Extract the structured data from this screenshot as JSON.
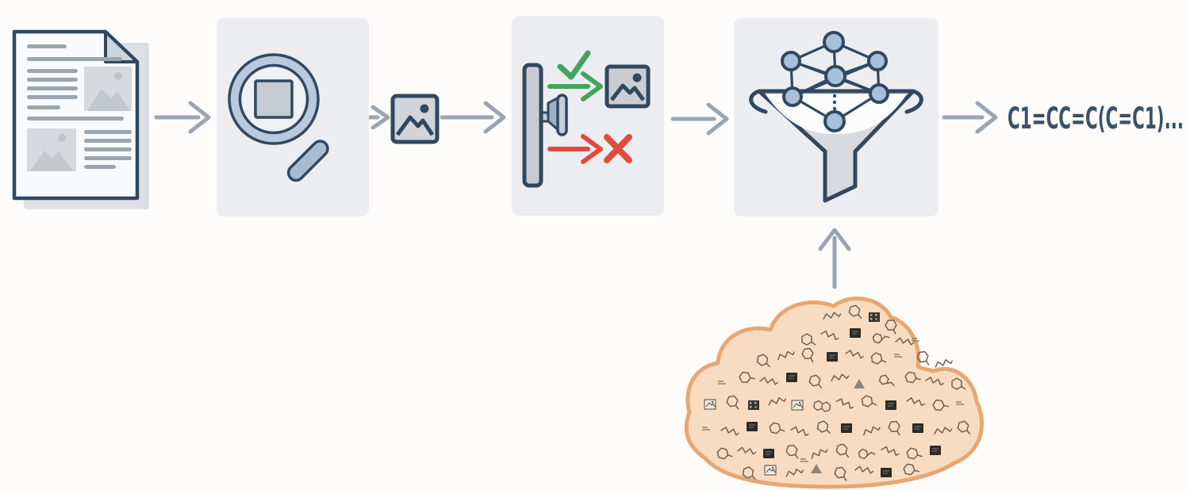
{
  "output": {
    "smiles": "C1=CC=C(C=C1)..."
  },
  "colors": {
    "background": "#fdfcfb",
    "panel": "#ebedf1",
    "outline_navy": "#31485f",
    "steel_blue": "#b9c9db",
    "steel_dark": "#9db0c3",
    "gray_fill": "#c7ccd4",
    "flow_arrow": "#9aa5b2",
    "accept_green": "#44a45c",
    "reject_red": "#e04b3e",
    "funnel_fill": "#d7dadf",
    "node_fill": "#a9c0da",
    "cloud_fill": "#f8dcc1",
    "cloud_stroke": "#e6a772",
    "molecule_ink": "#6f604e",
    "smiles_text": "#3b5166"
  },
  "icons": [
    "document-icon",
    "magnifier-detection-icon",
    "extracted-image-icon",
    "filter-gate-icon",
    "check-icon",
    "accept-arrow-icon",
    "accepted-image-icon",
    "reject-arrow-icon",
    "x-icon",
    "neural-network-icon",
    "funnel-icon",
    "up-arrow-icon",
    "molecule-cloud-icon"
  ],
  "cloud": {
    "items": [
      [
        192,
        28,
        "chain",
        -10
      ],
      [
        222,
        22,
        "ring",
        15
      ],
      [
        247,
        30,
        "qr",
        0
      ],
      [
        268,
        40,
        "ring",
        30
      ],
      [
        162,
        58,
        "ring",
        0
      ],
      [
        190,
        52,
        "chain",
        20
      ],
      [
        223,
        50,
        "thumb",
        0
      ],
      [
        254,
        56,
        "ringchain",
        -15
      ],
      [
        284,
        60,
        "chain",
        10
      ],
      [
        300,
        58,
        "txt",
        0
      ],
      [
        106,
        84,
        "ring",
        10
      ],
      [
        134,
        78,
        "chain",
        -20
      ],
      [
        163,
        76,
        "ring",
        25
      ],
      [
        194,
        80,
        "thumb",
        0
      ],
      [
        221,
        76,
        "chain",
        15
      ],
      [
        250,
        82,
        "ring",
        -10
      ],
      [
        278,
        78,
        "txt",
        0
      ],
      [
        308,
        80,
        "ring",
        20
      ],
      [
        333,
        88,
        "chain",
        -15
      ],
      [
        56,
        112,
        "txt",
        0
      ],
      [
        84,
        106,
        "ring",
        -25
      ],
      [
        113,
        110,
        "chain",
        10
      ],
      [
        143,
        106,
        "thumb",
        0
      ],
      [
        172,
        110,
        "ring",
        15
      ],
      [
        202,
        106,
        "chain",
        -10
      ],
      [
        228,
        115,
        "tri",
        0
      ],
      [
        262,
        110,
        "ringchain",
        20
      ],
      [
        293,
        106,
        "ring",
        -20
      ],
      [
        322,
        110,
        "chain",
        15
      ],
      [
        351,
        114,
        "ring",
        0
      ],
      [
        40,
        140,
        "photo",
        0
      ],
      [
        68,
        136,
        "ring",
        20
      ],
      [
        95,
        141,
        "qr",
        0
      ],
      [
        123,
        136,
        "chain",
        -15
      ],
      [
        150,
        141,
        "photo",
        0
      ],
      [
        179,
        143,
        "fused",
        10
      ],
      [
        209,
        138,
        "chain",
        25
      ],
      [
        238,
        136,
        "ring",
        -10
      ],
      [
        268,
        141,
        "thumb",
        0
      ],
      [
        298,
        136,
        "chain",
        15
      ],
      [
        328,
        141,
        "ring",
        -25
      ],
      [
        356,
        138,
        "txt",
        0
      ],
      [
        36,
        170,
        "txt",
        0
      ],
      [
        64,
        173,
        "chain",
        15
      ],
      [
        93,
        168,
        "thumb",
        0
      ],
      [
        122,
        170,
        "ring",
        -15
      ],
      [
        152,
        173,
        "chain",
        20
      ],
      [
        182,
        168,
        "ring",
        10
      ],
      [
        212,
        170,
        "thumb",
        0
      ],
      [
        242,
        173,
        "chain",
        -20
      ],
      [
        272,
        168,
        "ring",
        25
      ],
      [
        302,
        170,
        "thumb",
        0
      ],
      [
        332,
        173,
        "chain",
        -10
      ],
      [
        359,
        168,
        "ring",
        15
      ],
      [
        56,
        202,
        "ring",
        -15
      ],
      [
        85,
        198,
        "chain",
        10
      ],
      [
        114,
        202,
        "thumb",
        0
      ],
      [
        143,
        198,
        "ring",
        20
      ],
      [
        160,
        210,
        "txt",
        0
      ],
      [
        176,
        202,
        "chain",
        -25
      ],
      [
        206,
        197,
        "ring",
        15
      ],
      [
        236,
        202,
        "ringchain",
        -10
      ],
      [
        266,
        198,
        "chain",
        20
      ],
      [
        295,
        202,
        "ring",
        -15
      ],
      [
        324,
        198,
        "thumb",
        0
      ],
      [
        88,
        226,
        "ring",
        10
      ],
      [
        116,
        223,
        "photo",
        0
      ],
      [
        145,
        226,
        "chain",
        -15
      ],
      [
        174,
        222,
        "tri",
        0
      ],
      [
        204,
        226,
        "ring",
        20
      ],
      [
        233,
        222,
        "chain",
        10
      ],
      [
        262,
        226,
        "thumb",
        0
      ],
      [
        291,
        222,
        "ring",
        -20
      ]
    ]
  }
}
